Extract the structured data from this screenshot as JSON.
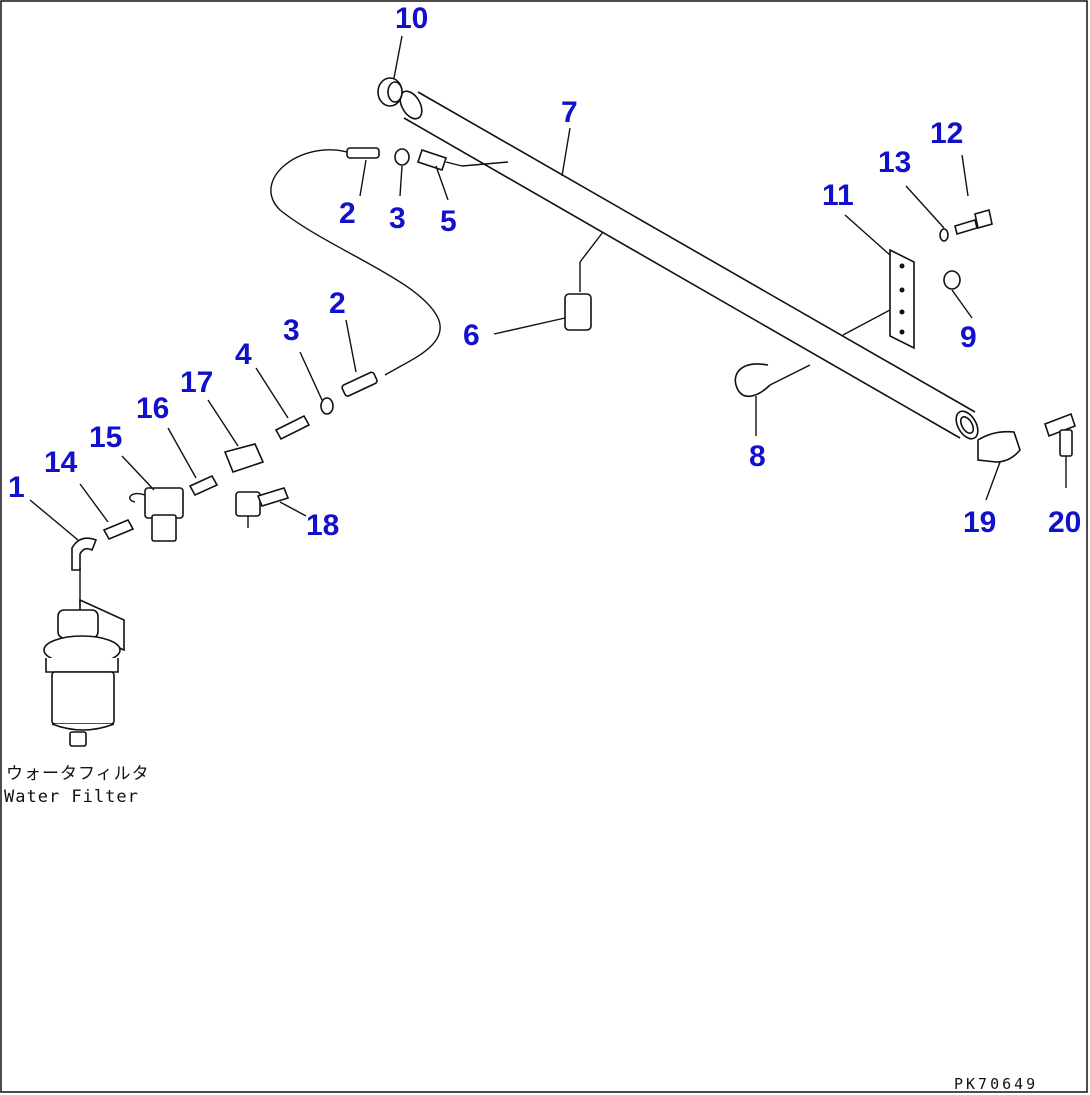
{
  "diagram": {
    "part_labels": [
      "1",
      "2",
      "2",
      "3",
      "3",
      "4",
      "5",
      "6",
      "7",
      "8",
      "9",
      "10",
      "11",
      "12",
      "13",
      "14",
      "15",
      "16",
      "17",
      "18",
      "19",
      "20"
    ],
    "caption_jp": "ウォータフィルタ",
    "caption_en": "Water Filter",
    "drawing_code": "PK70649"
  }
}
